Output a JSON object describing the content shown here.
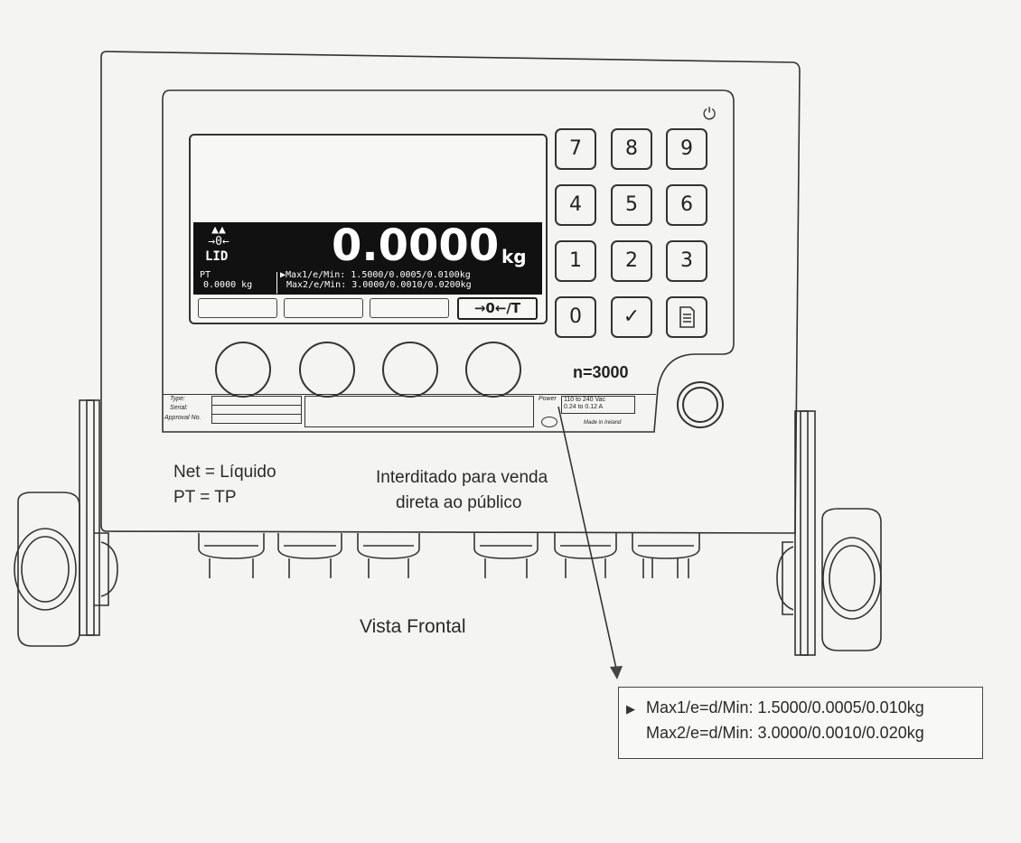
{
  "display": {
    "weight": "0.0000",
    "unit": "kg",
    "zero_label": "LID",
    "pt_label": "PT",
    "pt_value": "0.0000 kg",
    "range1": "Max1/e/Min: 1.5000/0.0005/0.0100kg",
    "range2": "Max2/e/Min: 3.0000/0.0010/0.0200kg",
    "softkey4": "→0←/T"
  },
  "keypad": {
    "keys": [
      "7",
      "8",
      "9",
      "4",
      "5",
      "6",
      "1",
      "2",
      "3",
      "0",
      "✓",
      "document-icon"
    ]
  },
  "division_count": "n=3000",
  "nameplate": {
    "type_label": "Type:",
    "serial_label": "Serial:",
    "approval_label": "Approval No.",
    "power_label": "Power",
    "power_line1": "110 to 240 Vac",
    "power_line2": "0.24 to 0.12 A",
    "made_in": "Made in Ireland"
  },
  "annotations": {
    "net_equals": "Net = Líquido",
    "pt_equals": "PT = TP",
    "interdict_line1": "Interditado para venda",
    "interdict_line2": "direta ao público",
    "view_title": "Vista Frontal",
    "callout_line1": "Max1/e=d/Min: 1.5000/0.0005/0.010kg",
    "callout_line2": "Max2/e=d/Min: 3.0000/0.0010/0.020kg"
  }
}
